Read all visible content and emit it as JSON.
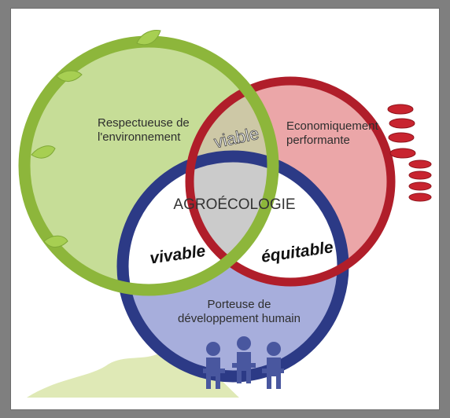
{
  "diagram": {
    "environment_label_line1": "Respectueuse de",
    "environment_label_line2": "l'environnement",
    "economy_label_line1": "Economiquement",
    "economy_label_line2": "performante",
    "social_label_line1": "Porteuse de",
    "social_label_line2": "développement humain",
    "center_title": "AGROÉCOLOGIE",
    "overlap_env_eco": "viable",
    "overlap_env_social": "vivable",
    "overlap_eco_social": "équitable"
  },
  "colors": {
    "environment": "#8db63b",
    "economy": "#b01e2a",
    "social": "#2c3a86"
  }
}
